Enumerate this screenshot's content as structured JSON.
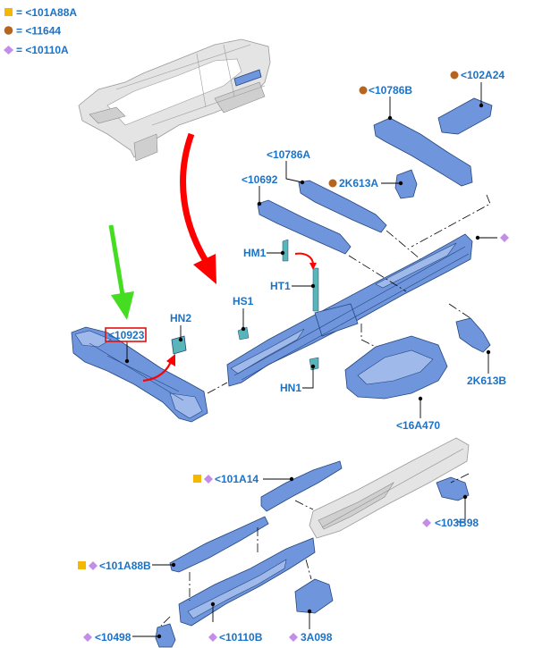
{
  "legend": [
    {
      "symbol": "square",
      "color": "#f5b800",
      "text": "= <101A88A"
    },
    {
      "symbol": "circle",
      "color": "#b5651d",
      "text": "= <11644"
    },
    {
      "symbol": "diamond",
      "color": "#c38ee8",
      "text": "= <10110A"
    }
  ],
  "labels": {
    "l_10786b": "<10786B",
    "l_102a24": "<102A24",
    "l_10786a": "<10786A",
    "l_10692": "<10692",
    "l_2k613a": "2K613A",
    "l_hm1": "HM1",
    "l_ht1": "HT1",
    "l_hs1": "HS1",
    "l_hn2": "HN2",
    "l_10923": "<10923",
    "l_hn1": "HN1",
    "l_2k613b": "2K613B",
    "l_16a470": "<16A470",
    "l_101a14": "<101A14",
    "l_103b98": "<103B98",
    "l_101a88b": "<101A88B",
    "l_10498": "<10498",
    "l_10110b": "<10110B",
    "l_3a098": "3A098"
  },
  "colors": {
    "highlight_box": "#e01010",
    "arrow_red": "#ff0000",
    "arrow_green": "#44dd22",
    "label_blue": "#1a73c8",
    "marker_square": "#f5b800",
    "marker_circle": "#b5651d",
    "marker_diamond": "#c38ee8"
  }
}
